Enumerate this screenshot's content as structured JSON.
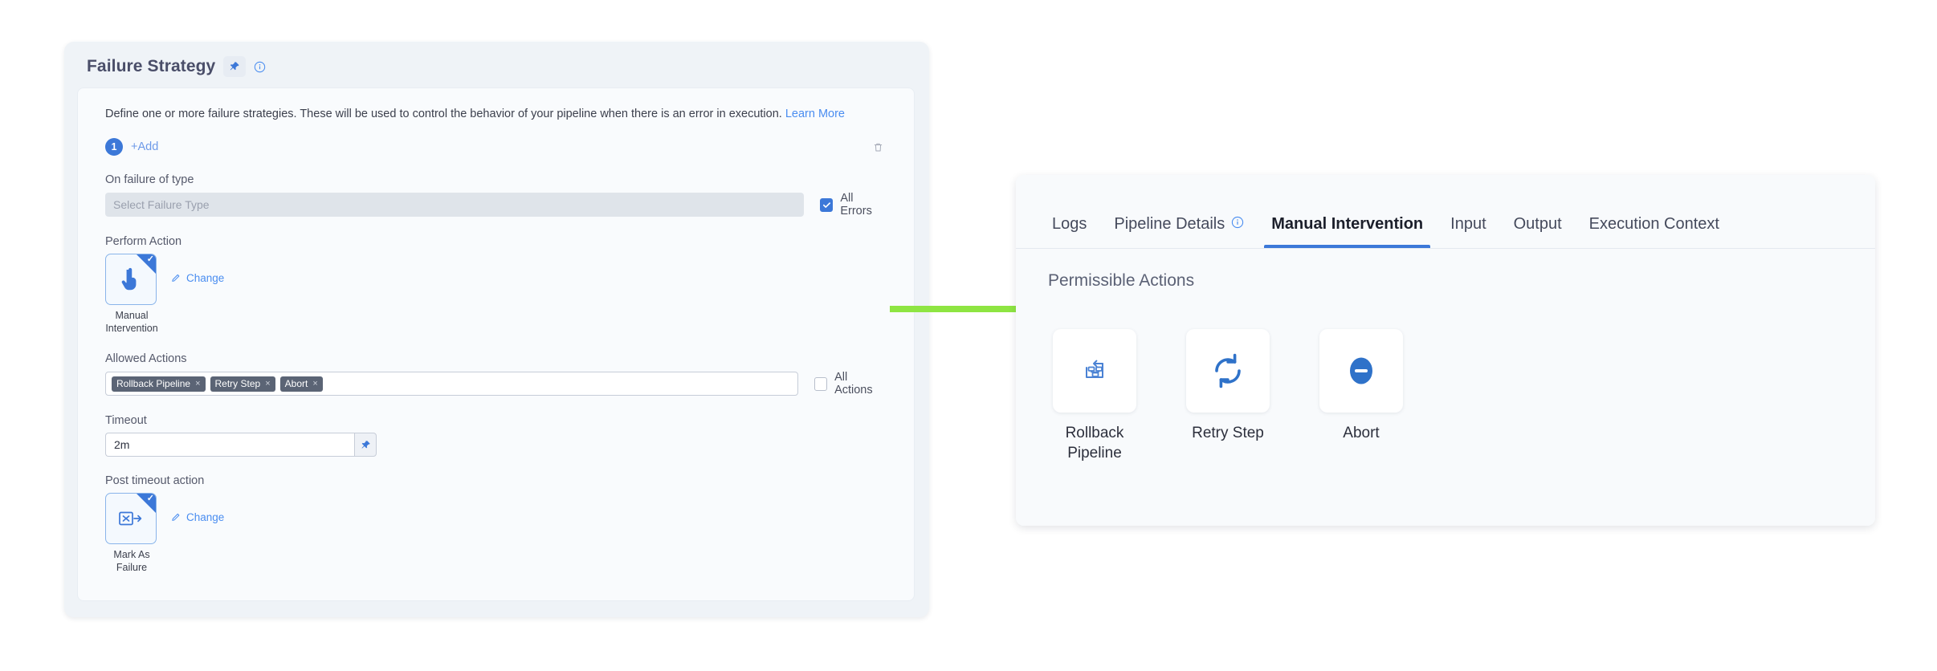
{
  "left_panel": {
    "title": "Failure Strategy",
    "pin_icon": "pin-icon",
    "info_icon": "info-icon",
    "description": "Define one or more failure strategies. These will be used to control the behavior of your pipeline when there is an error in execution.",
    "learn_more": "Learn More",
    "strategy_index": "1",
    "add_label": "+Add",
    "delete_icon": "trash-icon",
    "on_failure_label": "On failure of type",
    "failure_type_placeholder": "Select Failure Type",
    "all_errors_label": "All Errors",
    "all_errors_checked": true,
    "perform_action_label": "Perform Action",
    "perform_action": {
      "icon": "manual-intervention-hand-icon",
      "caption_line1": "Manual",
      "caption_line2": "Intervention",
      "change_label": "Change",
      "selected": true
    },
    "allowed_actions_label": "Allowed Actions",
    "allowed_actions": [
      {
        "label": "Rollback Pipeline",
        "remove": "×"
      },
      {
        "label": "Retry Step",
        "remove": "×"
      },
      {
        "label": "Abort",
        "remove": "×"
      }
    ],
    "all_actions_label": "All Actions",
    "all_actions_checked": false,
    "timeout_label": "Timeout",
    "timeout_value": "2m",
    "timeout_pin_icon": "pin-icon",
    "post_timeout_label": "Post timeout action",
    "post_timeout_action": {
      "icon": "mark-as-failure-icon",
      "caption_line1": "Mark As",
      "caption_line2": "Failure",
      "change_label": "Change",
      "selected": true
    }
  },
  "arrow": {
    "color": "#8ee542",
    "direction": "right"
  },
  "right_panel": {
    "tabs": [
      {
        "label": "Logs",
        "active": false,
        "info": false
      },
      {
        "label": "Pipeline Details",
        "active": false,
        "info": true
      },
      {
        "label": "Manual Intervention",
        "active": true,
        "info": false
      },
      {
        "label": "Input",
        "active": false,
        "info": false
      },
      {
        "label": "Output",
        "active": false,
        "info": false
      },
      {
        "label": "Execution Context",
        "active": false,
        "info": false
      }
    ],
    "section_title": "Permissible Actions",
    "actions": [
      {
        "icon": "rollback-pipeline-icon",
        "line1": "Rollback",
        "line2": "Pipeline"
      },
      {
        "icon": "retry-step-icon",
        "line1": "Retry Step",
        "line2": ""
      },
      {
        "icon": "abort-icon",
        "line1": "Abort",
        "line2": ""
      }
    ]
  },
  "colors": {
    "accent_blue": "#3c78d8",
    "link_blue": "#4a8df0",
    "arrow_green": "#8ee542",
    "tag_gray": "#5b6475"
  }
}
